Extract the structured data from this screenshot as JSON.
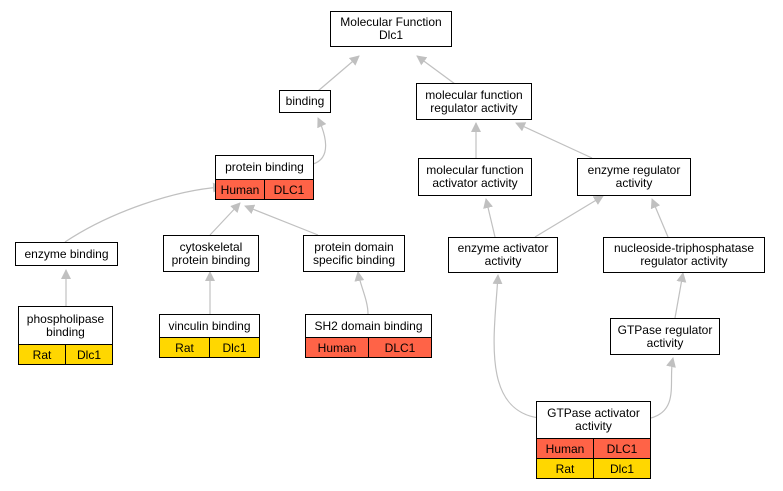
{
  "graph": {
    "root": "Molecular Function\nDlc1",
    "nodes": {
      "binding": "binding",
      "mf_regulator": "molecular function\nregulator activity",
      "protein_binding": "protein binding",
      "mf_activator": "molecular function\nactivator activity",
      "enzyme_regulator": "enzyme regulator\nactivity",
      "enzyme_binding": "enzyme binding",
      "cytoskeletal_protein_binding": "cytoskeletal\nprotein binding",
      "protein_domain_binding": "protein domain\nspecific binding",
      "enzyme_activator": "enzyme activator\nactivity",
      "ntpase_regulator": "nucleoside-triphosphatase\nregulator activity",
      "phospholipase_binding": "phospholipase\nbinding",
      "vinculin_binding": "vinculin binding",
      "sh2_domain_binding": "SH2 domain binding",
      "gtpase_regulator": "GTPase regulator\nactivity",
      "gtpase_activator": "GTPase activator\nactivity"
    },
    "annotations": {
      "protein_binding": [
        {
          "species": "Human",
          "gene": "DLC1"
        }
      ],
      "phospholipase_binding": [
        {
          "species": "Rat",
          "gene": "Dlc1"
        }
      ],
      "vinculin_binding": [
        {
          "species": "Rat",
          "gene": "Dlc1"
        }
      ],
      "sh2_domain_binding": [
        {
          "species": "Human",
          "gene": "DLC1"
        }
      ],
      "gtpase_activator": [
        {
          "species": "Human",
          "gene": "DLC1"
        },
        {
          "species": "Rat",
          "gene": "Dlc1"
        }
      ]
    },
    "colors": {
      "human": "#ff6347",
      "rat": "#ffd700",
      "edge": "#c0c0c0",
      "border": "#000000"
    }
  }
}
